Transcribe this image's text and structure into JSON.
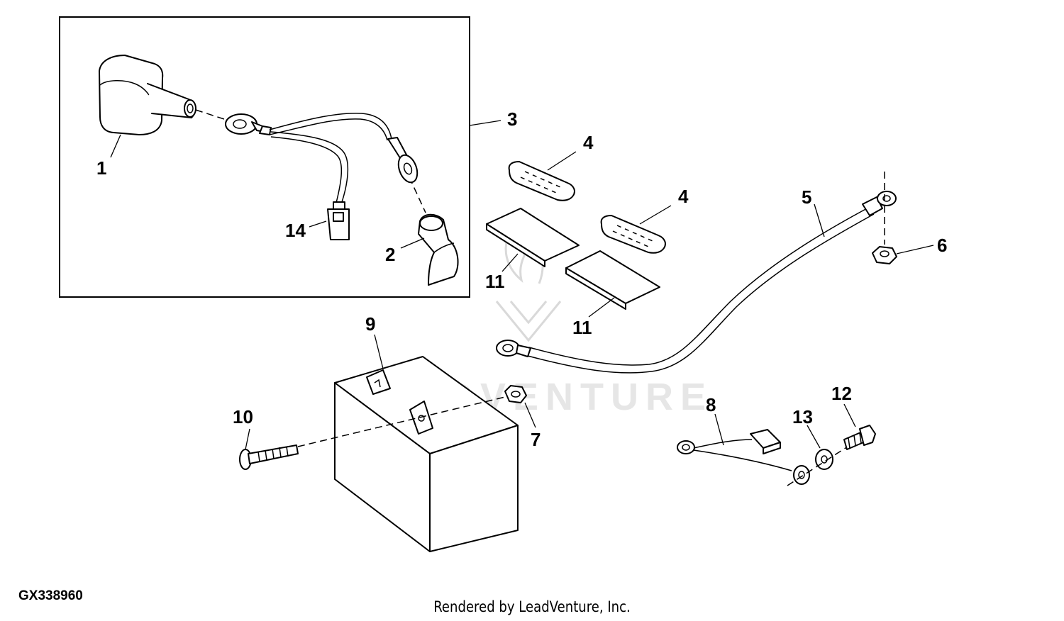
{
  "diagram": {
    "id": "GX338960",
    "credit": "Rendered by LeadVenture, Inc.",
    "watermark": "LEADVENTURE",
    "callouts": {
      "c1": "1",
      "c2": "2",
      "c3": "3",
      "c4a": "4",
      "c4b": "4",
      "c5": "5",
      "c6": "6",
      "c7": "7",
      "c8": "8",
      "c9": "9",
      "c10": "10",
      "c11a": "11",
      "c11b": "11",
      "c12": "12",
      "c13": "13",
      "c14": "14"
    }
  }
}
